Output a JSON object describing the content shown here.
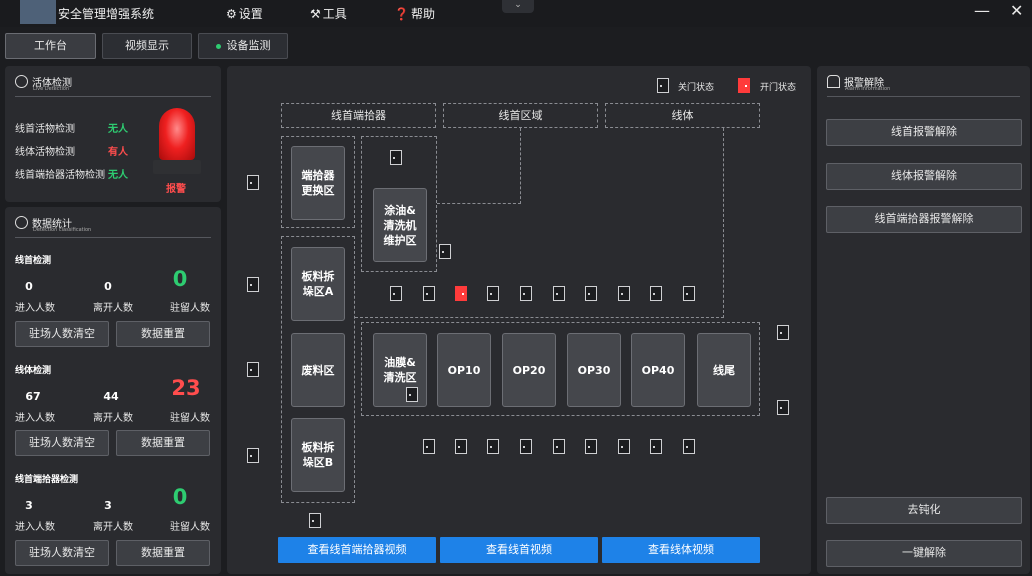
{
  "app": {
    "title": "安全管理增强系统"
  },
  "menu": {
    "settings": "设置",
    "tools": "工具",
    "help": "帮助"
  },
  "window": {
    "minimize": "—",
    "close": "✕",
    "dropdown": "⌄"
  },
  "tabs": [
    {
      "label": "工作台",
      "active": true
    },
    {
      "label": "视频显示",
      "active": false
    },
    {
      "label": "设备监测",
      "active": false
    }
  ],
  "live": {
    "title": "活体检测",
    "subtitle": "Live Detection",
    "rows": [
      {
        "label": "线首活物检测",
        "value": "无人",
        "status": "green"
      },
      {
        "label": "线体活物检测",
        "value": "有人",
        "status": "red"
      },
      {
        "label": "线首端拾器活物检测",
        "value": "无人",
        "status": "green"
      }
    ],
    "alarm_label": "报警"
  },
  "stats": {
    "title": "数据统计",
    "subtitle": "Detection classification",
    "enter_label": "进入人数",
    "leave_label": "离开人数",
    "stay_label": "驻留人数",
    "clear_label": "驻场人数清空",
    "reset_label": "数据重置",
    "sections": [
      {
        "title": "线首检测",
        "enter": "0",
        "leave": "0",
        "stay": "0",
        "stay_color": "#2ecc71"
      },
      {
        "title": "线体检测",
        "enter": "67",
        "leave": "44",
        "stay": "23",
        "stay_color": "#ff4d4d"
      },
      {
        "title": "线首端拾器检测",
        "enter": "3",
        "leave": "3",
        "stay": "0",
        "stay_color": "#2ecc71"
      }
    ]
  },
  "map": {
    "legend": {
      "closed": "关门状态",
      "open": "开门状态"
    },
    "headers": [
      "线首端拾器",
      "线首区域",
      "线体"
    ],
    "areas": {
      "picker_swap": "端拾器\n更换区",
      "oil_clean": "涂油&\n清洗机\n维护区",
      "board_a": "板料拆\n垛区A",
      "scrap": "废料区",
      "board_b": "板料拆\n垛区B",
      "film_clean": "油膜&\n清洗区",
      "op10": "OP10",
      "op20": "OP20",
      "op30": "OP30",
      "op40": "OP40",
      "tail": "线尾"
    },
    "video_buttons": [
      "查看线首端拾器视频",
      "查看线首视频",
      "查看线体视频"
    ]
  },
  "alarm": {
    "title": "报警解除",
    "subtitle": "Alarm Information",
    "buttons": [
      "线首报警解除",
      "线体报警解除",
      "线首端拾器报警解除"
    ],
    "dedull": "去钝化",
    "one_key": "一键解除"
  }
}
